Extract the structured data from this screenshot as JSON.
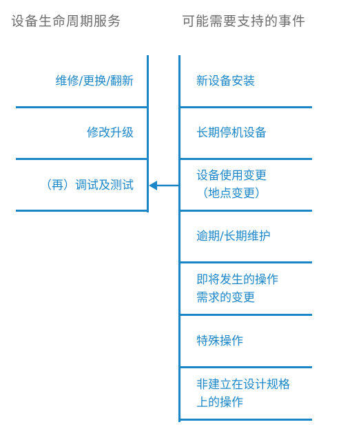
{
  "headers": {
    "left": "设备生命周期服务",
    "right": "可能需要支持的事件"
  },
  "left_column": [
    "维修/更换/翻新",
    "修改升级",
    "（再）调试及测试"
  ],
  "right_column": [
    [
      "新设备安装"
    ],
    [
      "长期停机设备"
    ],
    [
      "设备使用变更",
      "（地点变更）"
    ],
    [
      "逾期/长期维护"
    ],
    [
      "即将发生的操作",
      "需求的变更"
    ],
    [
      "特殊操作"
    ],
    [
      "非建立在设计规格",
      "上的操作"
    ]
  ],
  "colors": {
    "accent": "#1a86c8",
    "header_text": "#6b6b6b"
  }
}
